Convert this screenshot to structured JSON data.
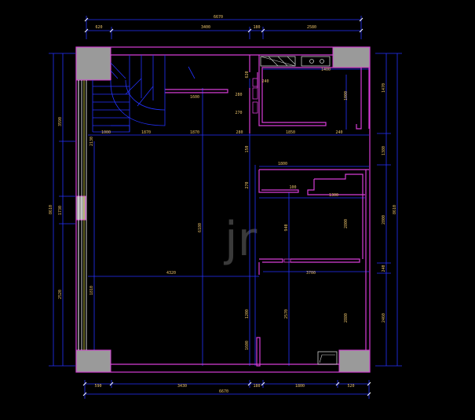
{
  "drawing": {
    "watermark": "jr",
    "colors": {
      "background": "#000000",
      "wall": "#d63cd6",
      "dimension": "#2432ff",
      "dimension_text": "#e8c06a",
      "column_fill": "#9a9a9a",
      "window": "#ffffff",
      "glazing": "#e6e64a",
      "fixture": "#cfcfcf"
    },
    "dimensions": {
      "top": {
        "overall": "6670",
        "segments": [
          "620",
          "3400",
          "180",
          "2580"
        ]
      },
      "bottom": {
        "overall": "6670",
        "segments": [
          "590",
          "3430",
          "180",
          "1800",
          "520"
        ]
      },
      "left": {
        "overall": "8610",
        "segments": [
          "3590",
          "1730",
          "2520"
        ],
        "inner": [
          "2130",
          "1810"
        ]
      },
      "right": {
        "overall": "8610",
        "segments": [
          "1470",
          "1380",
          "2800",
          "240",
          "2460"
        ]
      },
      "interior": {
        "stair_run": [
          "1000",
          "1870",
          "1870",
          "280",
          "1850",
          "240"
        ],
        "kitchen": [
          "1400",
          "1600",
          "1000"
        ],
        "middle": [
          "1800",
          "1300",
          "270",
          "940",
          "2800",
          "2880"
        ],
        "lower": [
          "4320",
          "3700",
          "2570",
          "1200",
          "1600"
        ],
        "central_height": "6180",
        "small": [
          "620",
          "280",
          "270",
          "150",
          "100",
          "240"
        ]
      }
    }
  }
}
